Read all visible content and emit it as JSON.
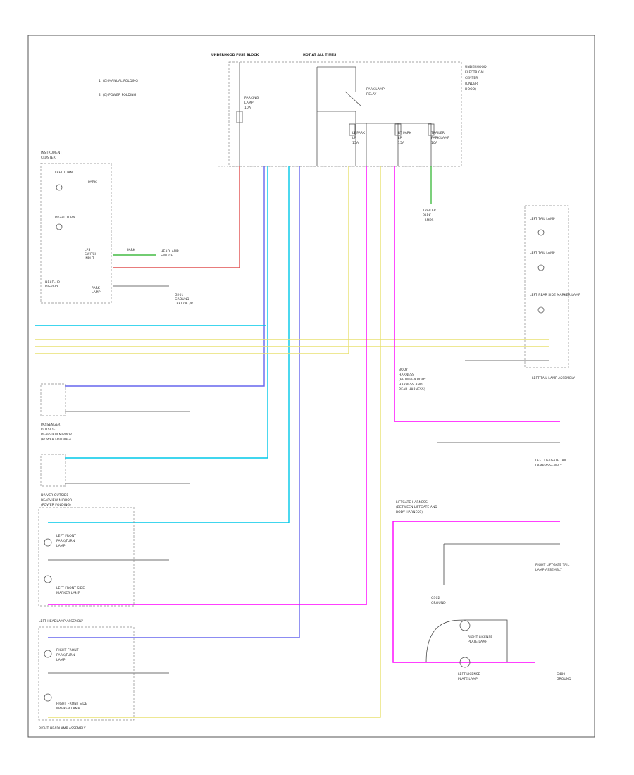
{
  "legend": {
    "item1": "1. (C) MANUAL FOLDING",
    "item2": "2. (C) POWER FOLDING"
  },
  "fuse_block": {
    "label_a": "UNDERHOOD FUSE BLOCK",
    "label_b": "HOT AT ALL TIMES",
    "right_label": [
      "UNDERHOOD",
      "ELECTRICAL",
      "CENTER",
      "(UNDER",
      "HOOD)"
    ],
    "fuse_left": [
      "PARKING",
      "LAMP",
      "10A"
    ],
    "relay": [
      "PARK LAMP",
      "RELAY"
    ],
    "fuse_mid": [
      "LT PARK",
      "LP",
      "15A"
    ],
    "fuse_right1": [
      "RT PARK",
      "LP",
      "15A"
    ],
    "fuse_right2": [
      "TRAILER",
      "PARK LAMP",
      "10A"
    ]
  },
  "instrument_cluster": {
    "title": [
      "INSTRUMENT",
      "CLUSTER"
    ],
    "left_turn": "LEFT TURN",
    "right_turn": "RIGHT TURN",
    "park": "PARK",
    "lamp_label": [
      "LPS",
      "SWITCH",
      "INPUT"
    ],
    "hud": [
      "HEAD-UP",
      "DISPLAY"
    ],
    "lower": [
      "PARK",
      "LAMP"
    ]
  },
  "headlamp_switch": {
    "label": [
      "HEADLAMP",
      "SWITCH"
    ],
    "wire": "PARK"
  },
  "trailer": {
    "label": [
      "TRAILER",
      "PARK",
      "LAMPS"
    ]
  },
  "left_tail_lamp": {
    "label": "LEFT TAIL LAMP ASSEMBLY",
    "items": [
      "LEFT TAIL LAMP",
      "LEFT TAIL LAMP",
      "LEFT REAR SIDE MARKER LAMP"
    ]
  },
  "passenger_mirror": {
    "label": [
      "PASSENGER",
      "OUTSIDE",
      "REARVIEW MIRROR",
      "(POWER FOLDING)"
    ]
  },
  "driver_mirror": {
    "label": [
      "DRIVER OUTSIDE",
      "REARVIEW MIRROR",
      "(POWER FOLDING)"
    ]
  },
  "left_headlamp": {
    "label": "LEFT HEADLAMP ASSEMBLY",
    "items": [
      "LEFT FRONT",
      "PARK/TURN",
      "LAMP",
      "LEFT FRONT SIDE",
      "MARKER LAMP"
    ]
  },
  "right_headlamp": {
    "label": "RIGHT HEADLAMP ASSEMBLY",
    "items": [
      "RIGHT FRONT",
      "PARK/TURN",
      "LAMP",
      "RIGHT FRONT SIDE",
      "MARKER LAMP"
    ]
  },
  "license_lamps": {
    "left": [
      "LEFT LICENSE",
      "PLATE LAMP"
    ],
    "right": [
      "RIGHT LICENSE",
      "PLATE LAMP"
    ]
  },
  "liftgate": {
    "left": [
      "LEFT LIFTGATE TAIL",
      "LAMP ASSEMBLY"
    ],
    "right": [
      "RIGHT LIFTGATE TAIL",
      "LAMP ASSEMBLY"
    ],
    "harness": [
      "LIFTGATE HARNESS",
      "(BETWEEN LIFTGATE AND",
      "BODY HARNESS)"
    ]
  },
  "body_harness": {
    "label": [
      "BODY",
      "HARNESS",
      "(BETWEEN BODY",
      "HARNESS AND",
      "REAR HARNESS)"
    ]
  },
  "grounds": {
    "g1": [
      "G201",
      "GROUND",
      "LEFT OF I/P"
    ],
    "g2": [
      "G302",
      "GROUND"
    ],
    "g3": [
      "G400",
      "GROUND"
    ]
  },
  "footer": "",
  "colors": {
    "pink": "#ff00ff",
    "red": "#e05050",
    "yellow": "#e8e070",
    "cyan": "#00c8e8",
    "blue": "#6666ee",
    "green": "#44bb44",
    "gray": "#555555"
  }
}
